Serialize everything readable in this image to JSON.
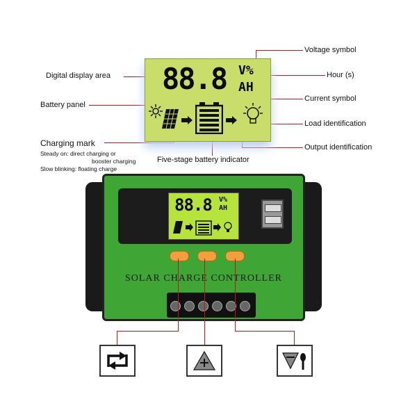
{
  "callouts": {
    "digital_display_area": "Digital display area",
    "battery_panel": "Battery panel",
    "charging_mark": "Charging mark",
    "charging_note_1": "Steady on: direct charging or",
    "charging_note_2": "booster charging",
    "charging_note_3": "Slow blinking: floating charge",
    "five_stage": "Five-stage battery indicator",
    "voltage_symbol": "Voltage symbol",
    "hours": "Hour (s)",
    "current_symbol": "Current symbol",
    "load_identification": "Load identification",
    "output_identification": "Output identification"
  },
  "lcd": {
    "digits": "88.8",
    "unit_top": "V%",
    "unit_bottom": "AH"
  },
  "device": {
    "mini_digits": "88.8",
    "mini_units": "V%",
    "mini_units2": "AH",
    "title": "SOLAR CHARGE CONTROLLER"
  },
  "icons": [
    "cycle-icon",
    "up-plus-icon",
    "down-load-icon"
  ],
  "colors": {
    "callout_line": "#b71c1c",
    "lcd_bg": "#c9dd6a",
    "device_green": "#3fa534",
    "button_orange": "#f1a040"
  }
}
